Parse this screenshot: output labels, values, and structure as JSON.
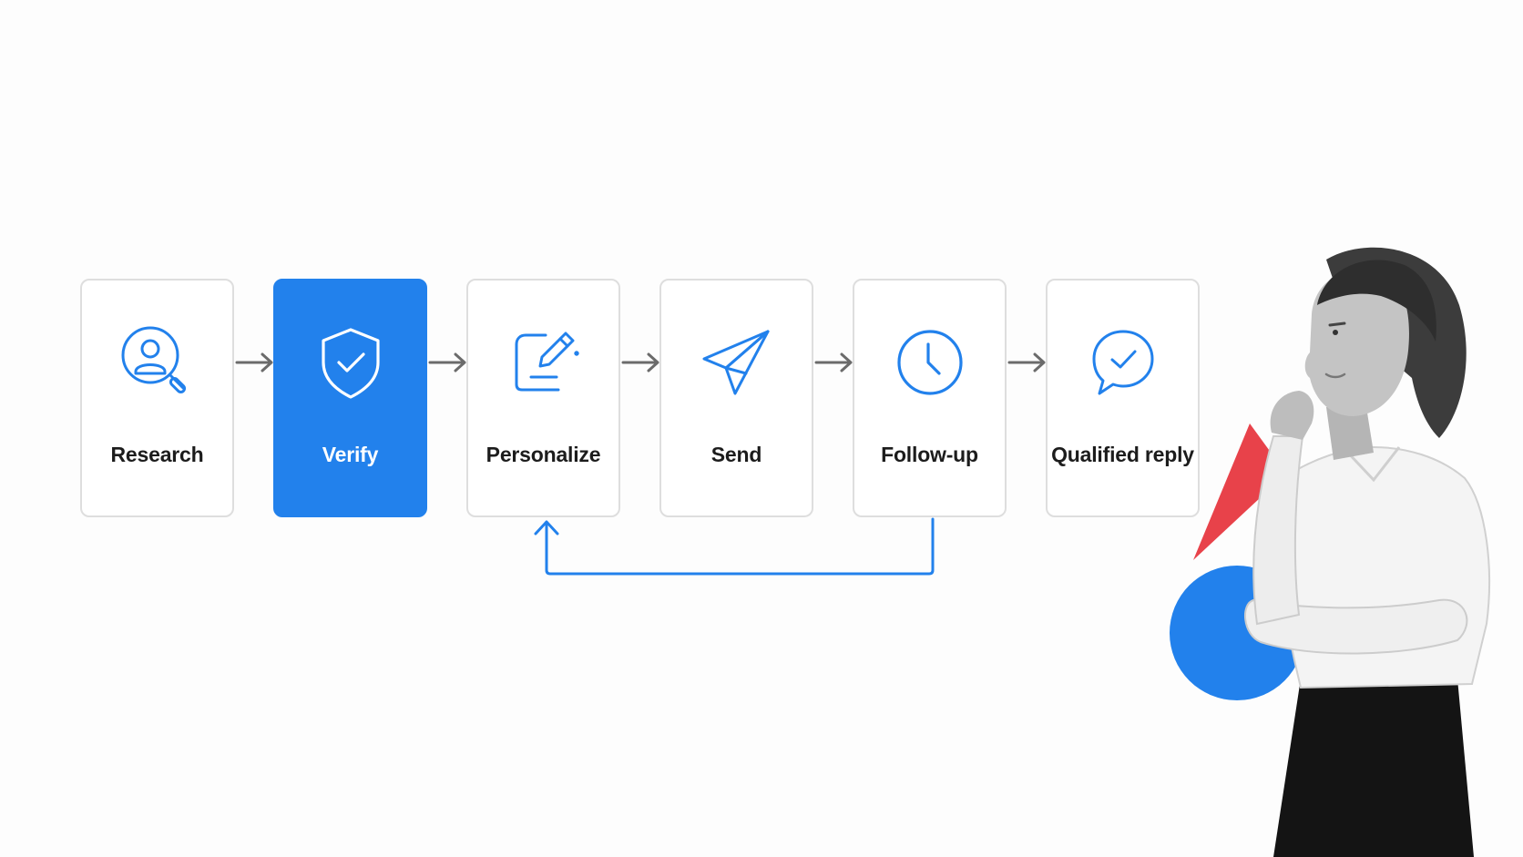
{
  "diagram": {
    "steps": [
      {
        "label": "Research",
        "icon": "person-search-icon",
        "active": false
      },
      {
        "label": "Verify",
        "icon": "shield-check-icon",
        "active": true
      },
      {
        "label": "Personalize",
        "icon": "edit-pencil-icon",
        "active": false
      },
      {
        "label": "Send",
        "icon": "paper-plane-icon",
        "active": false
      },
      {
        "label": "Follow-up",
        "icon": "clock-icon",
        "active": false
      },
      {
        "label": "Qualified reply",
        "icon": "chat-check-icon",
        "active": false
      }
    ],
    "loop": {
      "from": "Follow-up",
      "to": "Personalize"
    }
  },
  "colors": {
    "accent": "#2281ec",
    "arrow": "#6b6b6b",
    "card_border": "#dedede",
    "decor_red": "#e8424a",
    "decor_blue": "#2281ec"
  }
}
